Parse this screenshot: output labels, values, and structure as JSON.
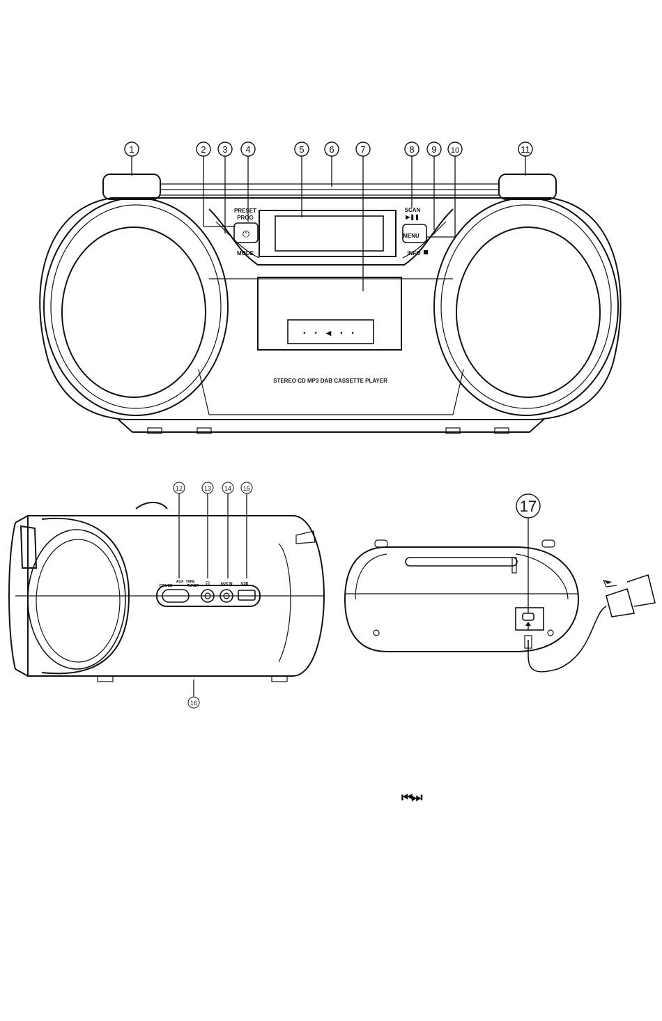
{
  "front_view": {
    "callouts": [
      "1",
      "2",
      "3",
      "4",
      "5",
      "6",
      "7",
      "8",
      "9",
      "10",
      "11"
    ],
    "labels": {
      "preset": "PRESET",
      "prog": "PROG",
      "mode": "MODE",
      "scan": "SCAN",
      "menu": "MENU",
      "info": "INFO",
      "brand_line": "STEREO CD MP3 DAB CASSETTE PLAYER"
    }
  },
  "side_view": {
    "callouts": [
      "12",
      "13",
      "14",
      "15",
      "16"
    ],
    "labels": {
      "aux": "AUX",
      "cd_usb": "CD/USB",
      "tape": "TAPE",
      "tuner": "TUNER",
      "aux_in": "AUX IN",
      "usb": "USB"
    }
  },
  "rear_view": {
    "callouts": [
      "17"
    ]
  },
  "footer": {
    "skip_icons": "⏮⏭"
  }
}
